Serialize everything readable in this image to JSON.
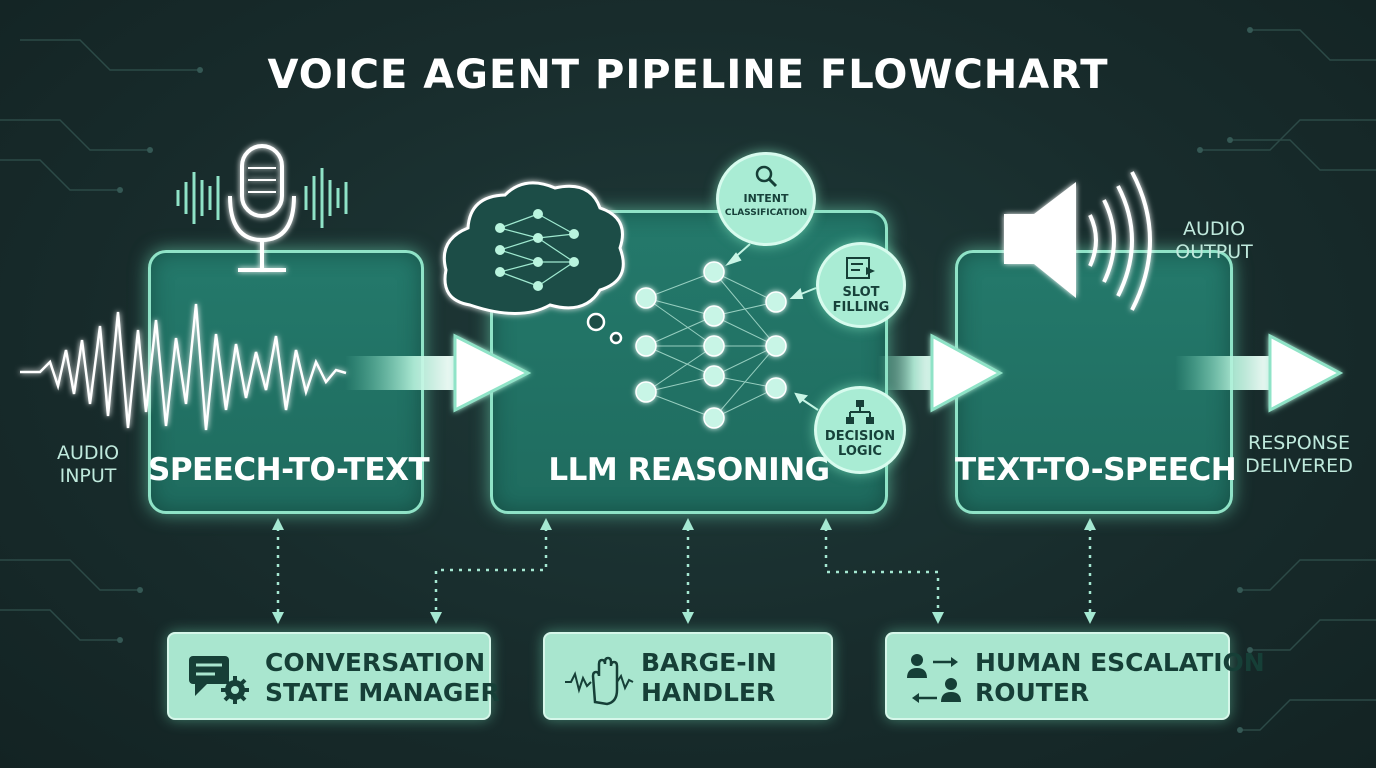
{
  "title": "VOICE AGENT PIPELINE FLOWCHART",
  "colors": {
    "background": "#172b2b",
    "box_fill": "#24796b",
    "glow": "#8fe3c7",
    "bubble": "#a9ecd4",
    "bottom_box": "#a9e6cf",
    "dark_text": "#163f37"
  },
  "stages": {
    "stt": "SPEECH-TO-TEXT",
    "llm": "LLM REASONING",
    "tts": "TEXT-TO-SPEECH"
  },
  "io_labels": {
    "audio_input_1": "AUDIO",
    "audio_input_2": "INPUT",
    "audio_output_1": "AUDIO",
    "audio_output_2": "OUTPUT",
    "response_1": "RESPONSE",
    "response_2": "DELIVERED"
  },
  "llm_bubbles": {
    "intent_1": "INTENT",
    "intent_2": "CLASSIFICATION",
    "slot_1": "SLOT",
    "slot_2": "FILLING",
    "decision_1": "DECISION",
    "decision_2": "LOGIC"
  },
  "support_modules": {
    "conversation_1": "CONVERSATION",
    "conversation_2": "STATE MANAGER",
    "barge_1": "BARGE-IN",
    "barge_2": "HANDLER",
    "escalation_1": "HUMAN ESCALATION",
    "escalation_2": "ROUTER"
  },
  "icons": [
    "microphone-icon",
    "sound-wave-icon",
    "speaker-icon",
    "cloud-neural-network-icon",
    "neural-network-icon",
    "magnifier-icon",
    "form-icon",
    "flowchart-icon",
    "chat-gear-icon",
    "wave-hand-icon",
    "people-arrows-icon"
  ]
}
